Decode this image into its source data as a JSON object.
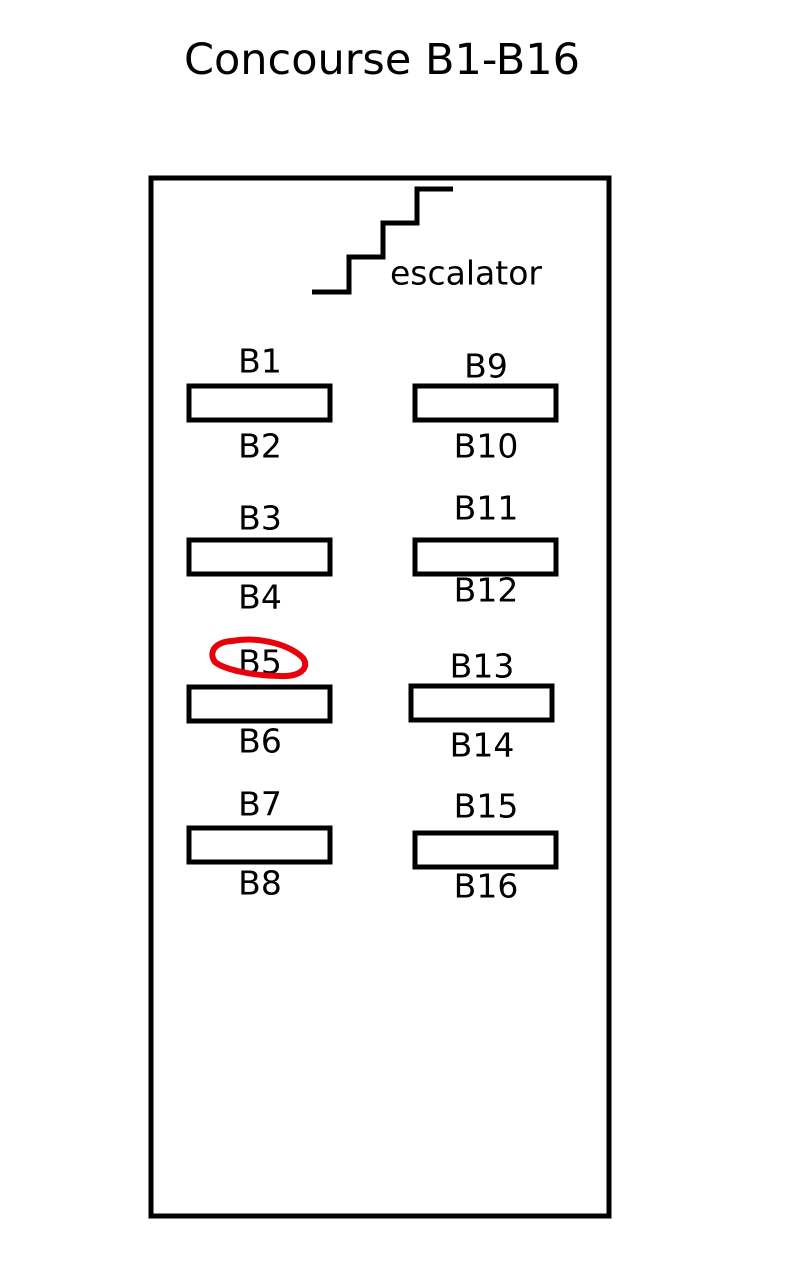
{
  "title": "Concourse B1-B16",
  "escalator_label": "escalator",
  "gates": {
    "B1": "B1",
    "B2": "B2",
    "B3": "B3",
    "B4": "B4",
    "B5": "B5",
    "B6": "B6",
    "B7": "B7",
    "B8": "B8",
    "B9": "B9",
    "B10": "B10",
    "B11": "B11",
    "B12": "B12",
    "B13": "B13",
    "B14": "B14",
    "B15": "B15",
    "B16": "B16"
  },
  "highlighted_gate": "B5",
  "highlight_color": "#e8000b"
}
